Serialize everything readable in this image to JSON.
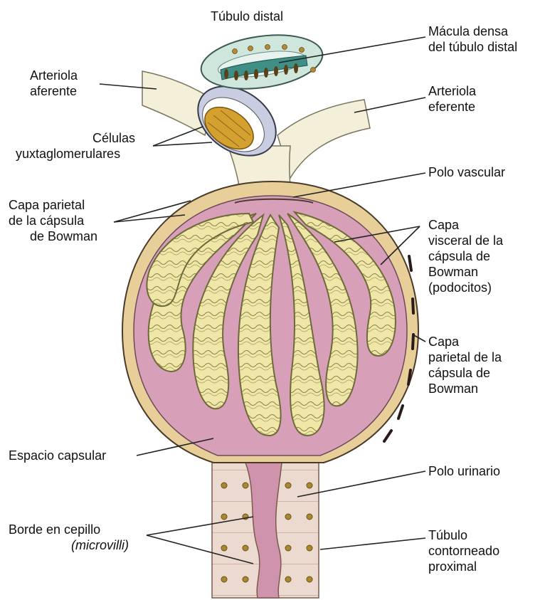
{
  "labels": {
    "tubulo_distal": "Túbulo distal",
    "macula_densa_1": "Mácula densa",
    "macula_densa_2": "del túbulo distal",
    "arteriola_aferente_1": "Arteriola",
    "arteriola_aferente_2": "aferente",
    "arteriola_eferente_1": "Arteriola",
    "arteriola_eferente_2": "eferente",
    "celulas_yuxta_1": "Células",
    "celulas_yuxta_2": "yuxtaglomerulares",
    "polo_vascular": "Polo vascular",
    "capa_parietal_left_1": "Capa parietal",
    "capa_parietal_left_2": "de la cápsula",
    "capa_parietal_left_3": "de Bowman",
    "capa_visceral_1": "Capa",
    "capa_visceral_2": "visceral de la",
    "capa_visceral_3": "cápsula de",
    "capa_visceral_4": "Bowman",
    "capa_visceral_5": "(podocitos)",
    "capa_parietal_right_1": "Capa",
    "capa_parietal_right_2": "parietal de la",
    "capa_parietal_right_3": "cápsula de",
    "capa_parietal_right_4": "Bowman",
    "espacio_capsular": "Espacio capsular",
    "polo_urinario": "Polo urinario",
    "borde_cepillo_1": "Borde en cepillo",
    "borde_cepillo_2": "(microvilli)",
    "tubulo_proximal_1": "Túbulo",
    "tubulo_proximal_2": "contorneado",
    "tubulo_proximal_3": "proximal"
  },
  "colors": {
    "capsule_pink": "#d8a0b8",
    "capsule_wall": "#e8cf9a",
    "glomerulus_yellow": "#efe6a8",
    "glomerulus_stroke": "#6d6a3a",
    "arteriole": "#f3efd9",
    "distal_tubule": "#cfe6dc",
    "macula_densa": "#3f8f86",
    "jg_cells": "#d4a030",
    "leader_line": "#222222"
  }
}
